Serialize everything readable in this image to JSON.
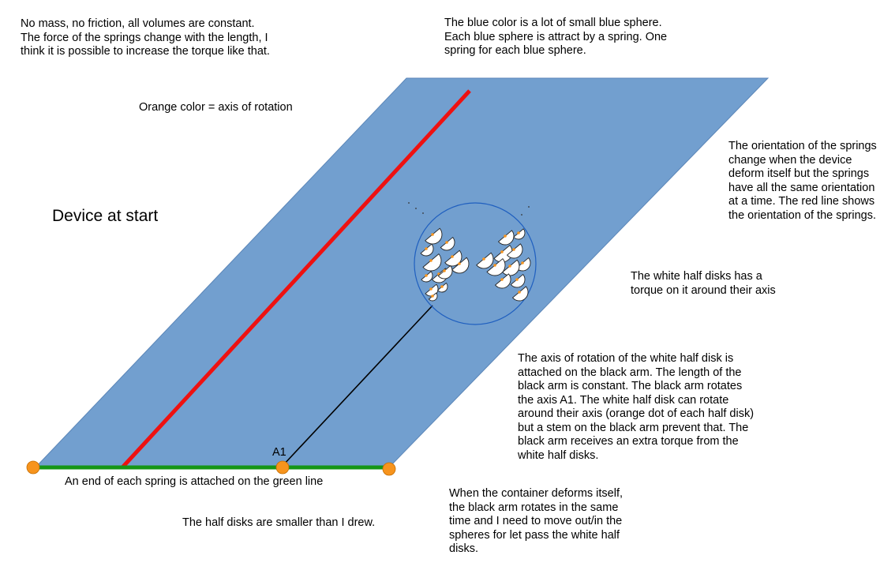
{
  "title": "Device at start",
  "colors": {
    "container": "#729fcf",
    "container_edge": "#5b86b8",
    "spring_orientation": "#ee1111",
    "anchor_line": "#169616",
    "axis_dot": "#f7941d",
    "arm": "#000000",
    "half_disk": "#ffffff",
    "circle_edge": "#1f5fbf"
  },
  "labels": {
    "a1": "A1"
  },
  "notes": {
    "top_left": [
      "No mass, no friction, all volumes are constant.",
      "The force of the springs change with the length, I",
      "think it is possible to increase the torque like that."
    ],
    "top_center": [
      "The blue color is a lot of small blue sphere.",
      "Each blue sphere is attract by a spring. One",
      "spring for each blue sphere."
    ],
    "orange": [
      "Orange color = axis of rotation"
    ],
    "right_orientation": [
      "The orientation of the springs",
      "change when the device",
      "deform itself but the springs",
      "have all the same orientation",
      "at a time. The red line shows",
      "the orientation of the springs."
    ],
    "half_disk_torque": [
      "The white half disks has a",
      "torque on it around their axis"
    ],
    "arm": [
      "The axis of rotation of the white half disk is",
      "attached on the black arm. The length of the",
      "black arm is constant. The black arm rotates",
      "the axis A1. The white half disk can rotate",
      "around their axis (orange dot of each half disk)",
      "but a stem on the black arm prevent that. The",
      "black arm receives an extra torque from the",
      "white half disks."
    ],
    "green_line": [
      "An end of each spring is attached on the green line"
    ],
    "smaller": [
      "The half disks are smaller than I drew."
    ],
    "deform": [
      "When the container deforms itself,",
      "the black arm rotates in the same",
      "time and I need to move out/in the",
      "spheres for let pass the white half",
      "disks."
    ]
  }
}
